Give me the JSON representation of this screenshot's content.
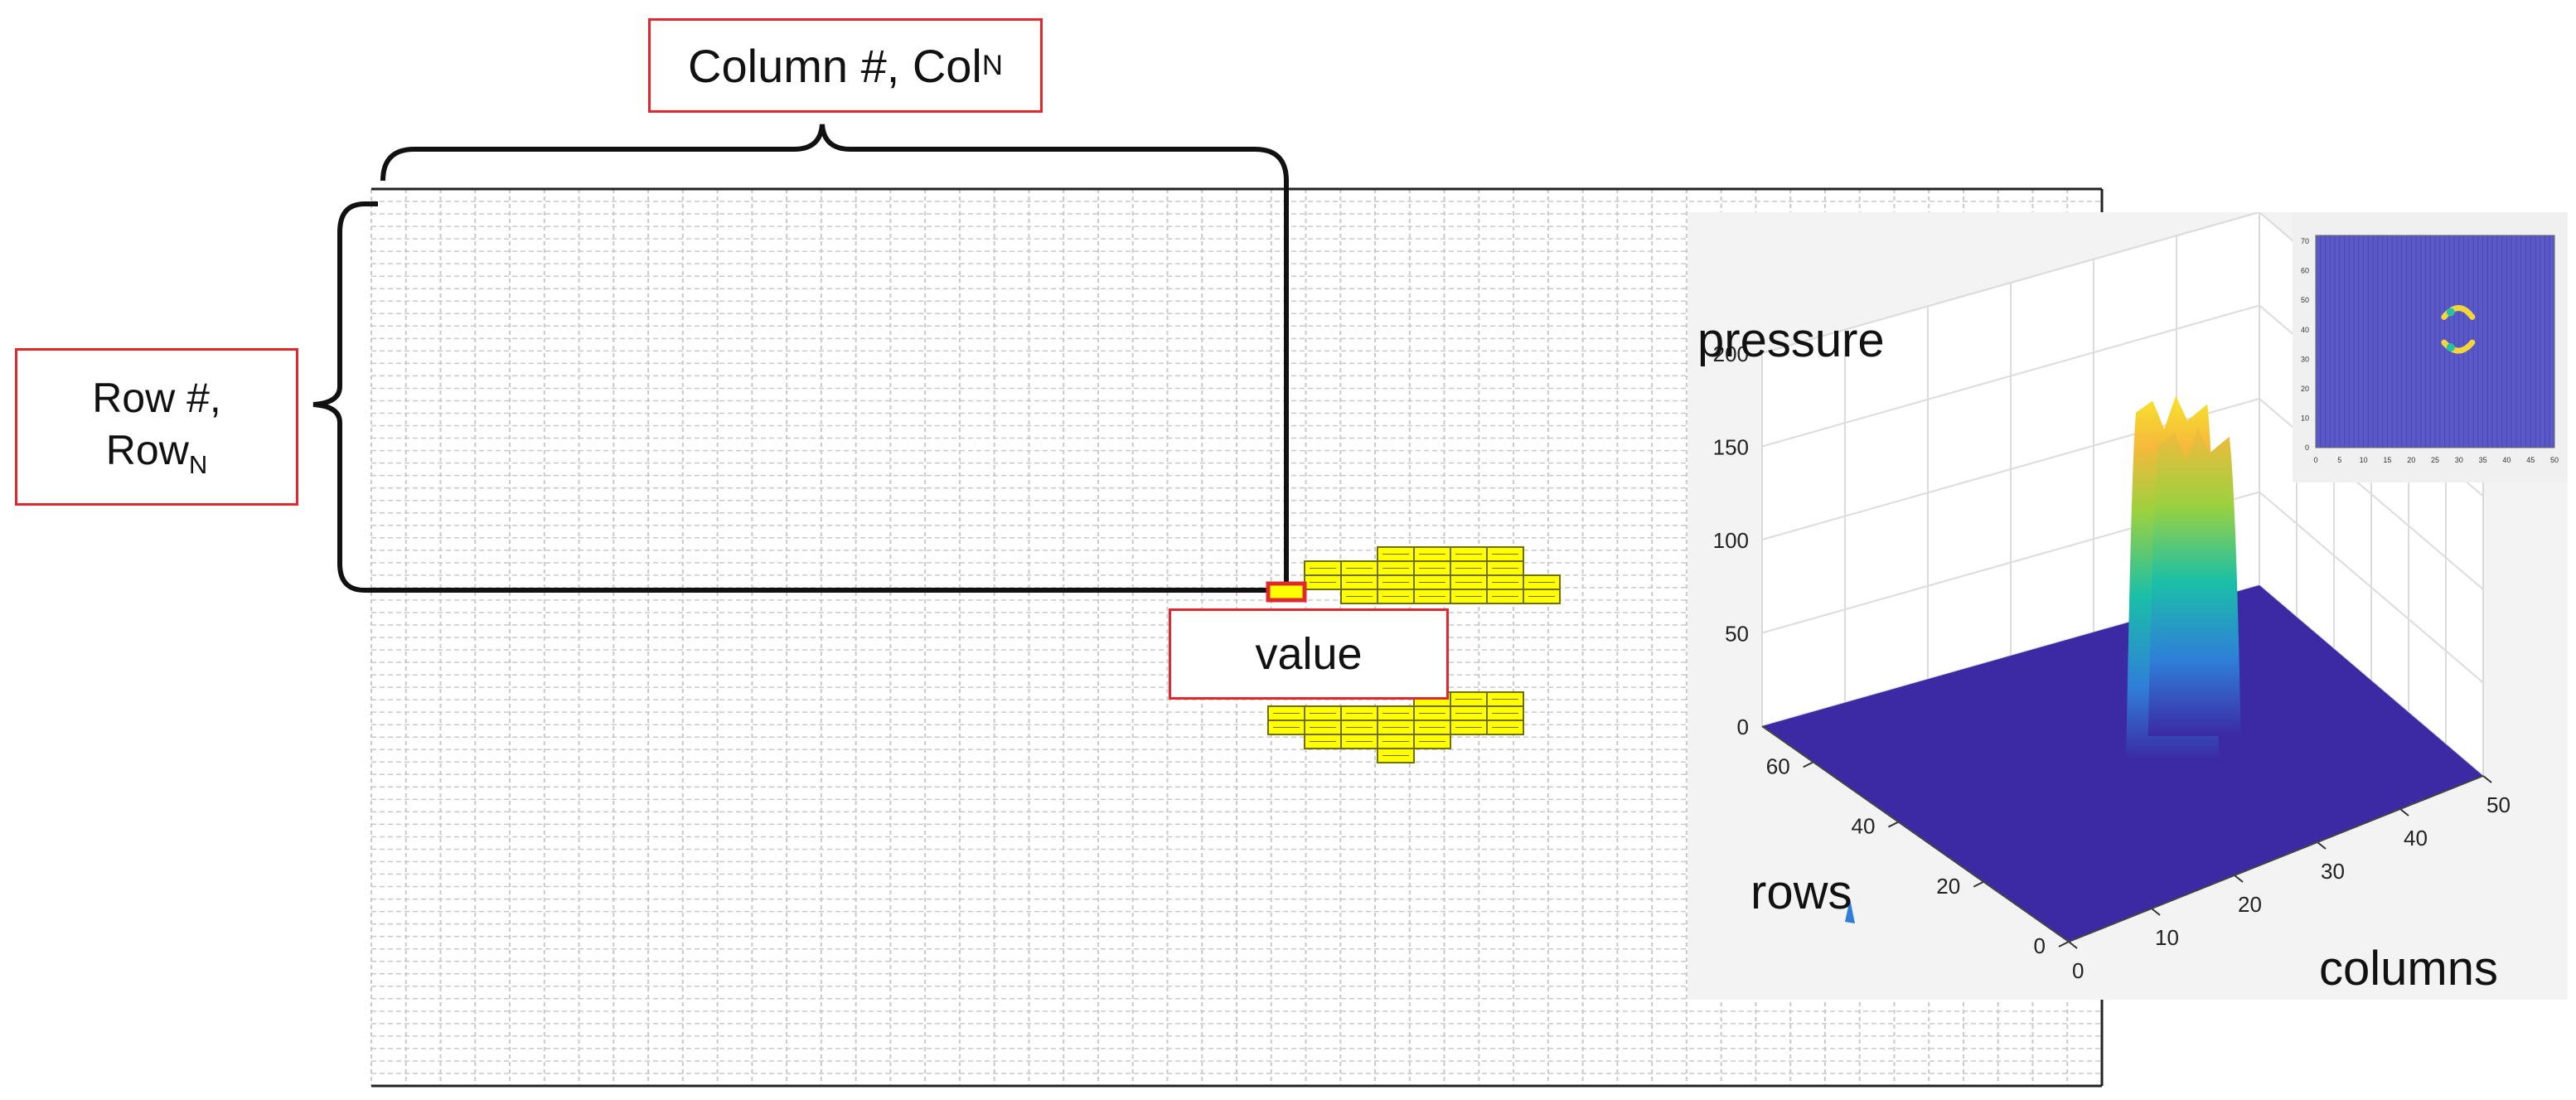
{
  "callouts": {
    "column": {
      "text": "Column #, Col",
      "sub": "N"
    },
    "row": {
      "line1": "Row #,",
      "line2": "Row",
      "sub": "N"
    },
    "value": {
      "text": "value"
    }
  },
  "grid": {
    "columns": 50,
    "rows": 72,
    "line_color": "#c9c9c9",
    "border_color": "#222222"
  },
  "highlight": {
    "color": "#ffff00",
    "border": "#707000",
    "marker_color": "#e0282e"
  },
  "chart_data": [
    {
      "type": "surface",
      "zlabel": "pressure",
      "xlabel": "columns",
      "ylabel": "rows",
      "z_ticks": [
        "0",
        "50",
        "100",
        "150",
        "200"
      ],
      "x_ticks": [
        "0",
        "10",
        "20",
        "30",
        "40",
        "50"
      ],
      "y_ticks": [
        "0",
        "20",
        "40",
        "60"
      ],
      "zlim": [
        0,
        200
      ],
      "xlim": [
        0,
        50
      ],
      "ylim": [
        0,
        72
      ],
      "grid": true,
      "peaks": [
        {
          "name": "",
          "column": 27,
          "row": 33,
          "max_value": 195
        },
        {
          "name": "",
          "column": 31,
          "row": 37,
          "max_value": 165
        }
      ],
      "colormap": [
        "#3b2aa3",
        "#2f7fd8",
        "#1bbfa8",
        "#9bd13f",
        "#f6b93c",
        "#f7e32b"
      ]
    },
    {
      "type": "heatmap",
      "x_ticks": [
        "0",
        "5",
        "10",
        "15",
        "20",
        "25",
        "30",
        "35",
        "40",
        "45",
        "50"
      ],
      "y_ticks": [
        "70",
        "60",
        "50",
        "40",
        "30",
        "20",
        "10",
        "0"
      ],
      "xlim": [
        0,
        50
      ],
      "ylim": [
        0,
        72
      ],
      "background_color": "#5b59c8"
    }
  ]
}
